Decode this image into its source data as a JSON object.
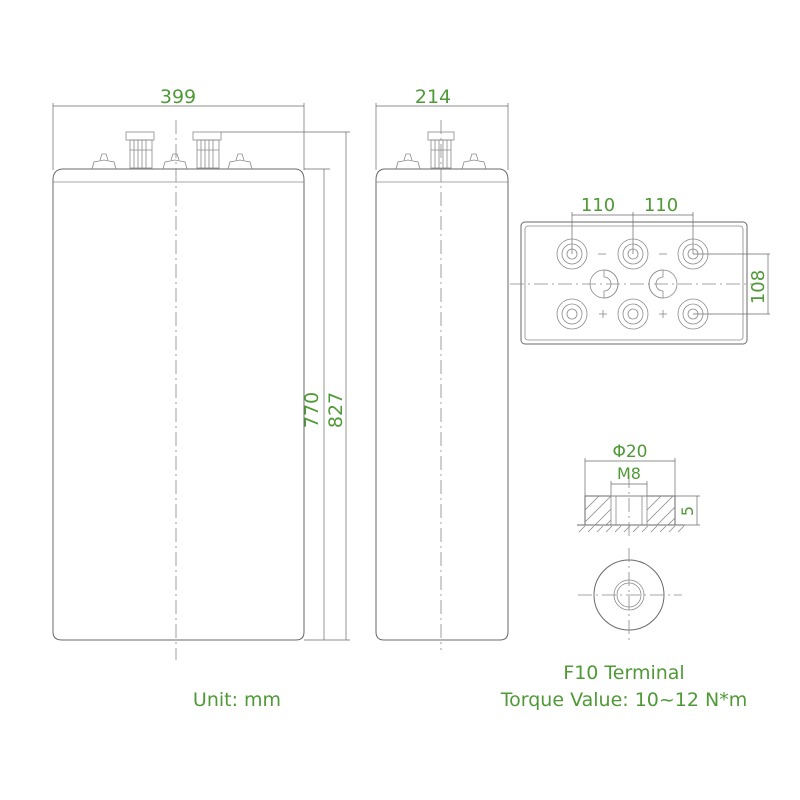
{
  "dimensions": {
    "front_width": "399",
    "side_width": "214",
    "total_height": "827",
    "body_height": "770",
    "terminal_spacing_left": "110",
    "terminal_spacing_right": "110",
    "row_spacing": "108"
  },
  "terminal_detail": {
    "outer_diameter": "Φ20",
    "thread": "M8",
    "depth": "5",
    "name": "F10 Terminal",
    "torque": "Torque Value: 10~12 N*m"
  },
  "unit_note": "Unit: mm",
  "colors": {
    "dimension_text": "#4f9a36",
    "outline": "#6a6a6a"
  }
}
